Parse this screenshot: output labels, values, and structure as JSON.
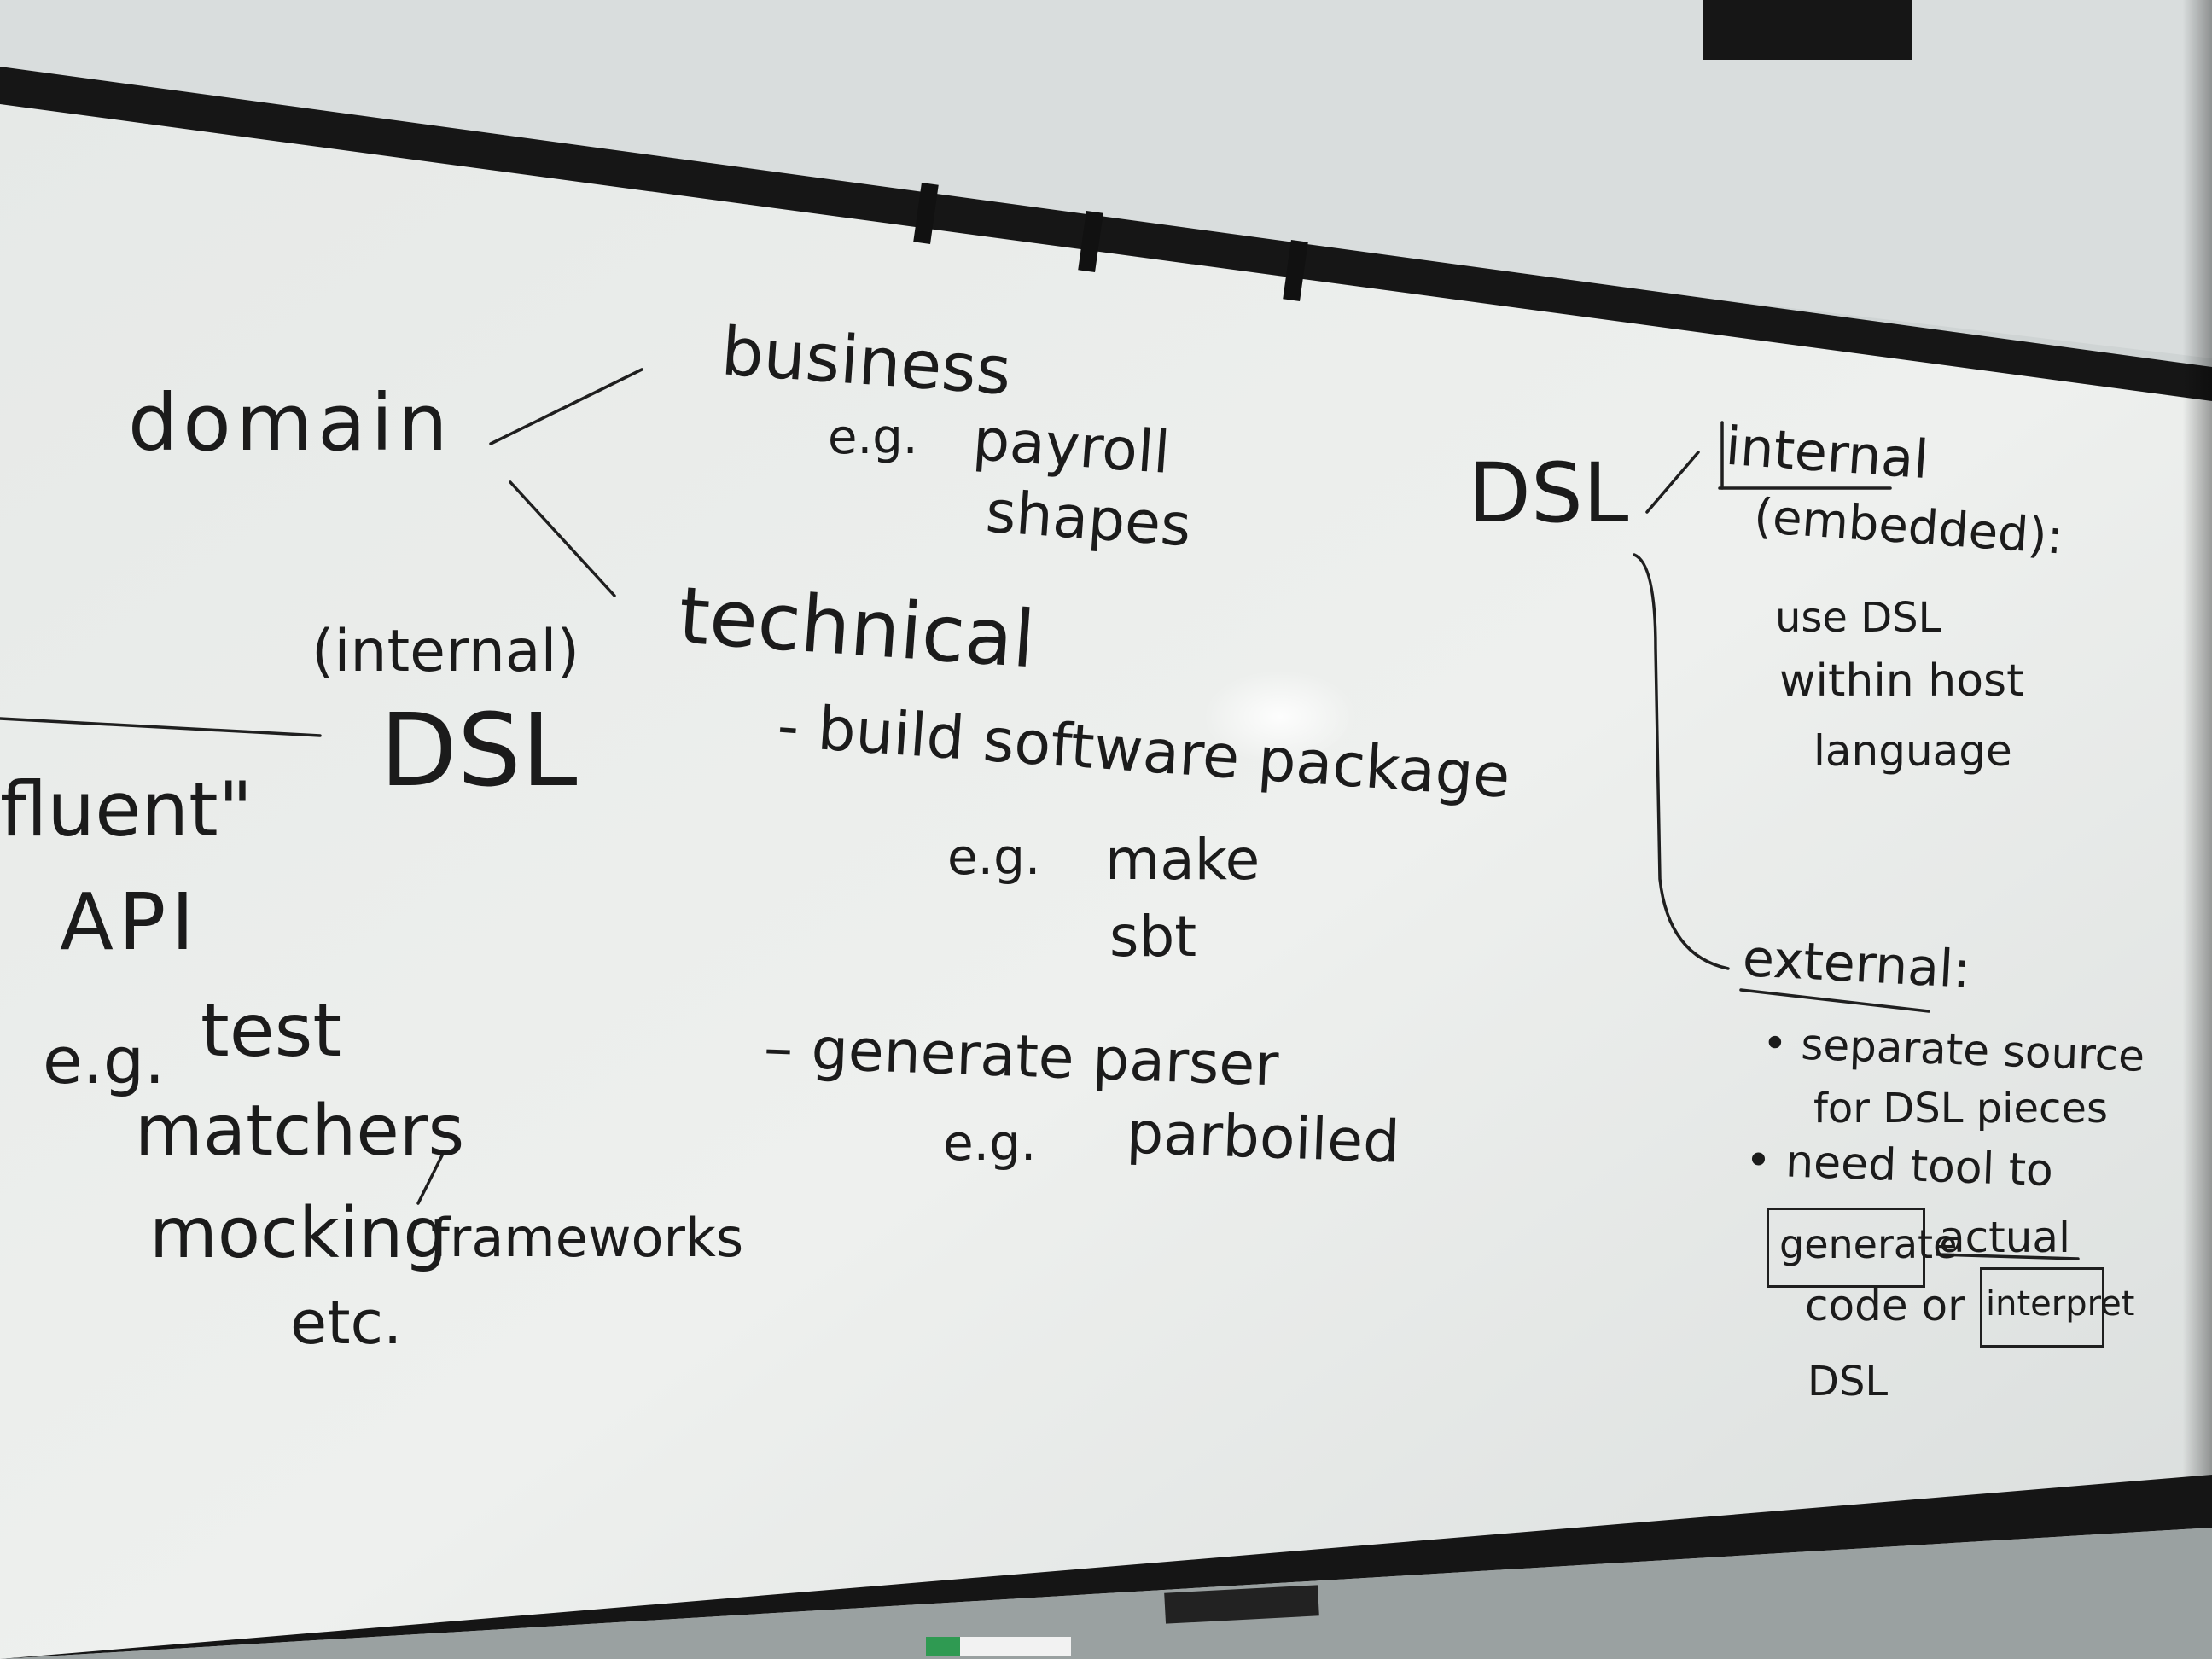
{
  "whiteboard": {
    "colors": {
      "board": "#e9ecea",
      "board_shadow": "#b7bdbd",
      "wall": "#c9cecf",
      "rail": "#161616",
      "ink": "#1b1b1b",
      "marker_cap": "#2f9a52"
    },
    "domain_tree": {
      "root": "domain",
      "business": "business",
      "business_examples": [
        "e.g.",
        "payroll",
        "shapes"
      ],
      "technical": "technical",
      "build_item": "- build software package",
      "build_examples": [
        "e.g.",
        "make",
        "sbt"
      ],
      "parser_item": "– generate parser",
      "parser_examples": [
        "e.g.",
        "parboiled"
      ]
    },
    "internal_dsl": {
      "qualifier": "(internal)",
      "title": "DSL",
      "fluent": "fluent\"",
      "api": "API",
      "eg": "e.g.",
      "examples": [
        "test",
        "matchers",
        "mocking",
        "frameworks",
        "etc."
      ]
    },
    "dsl_types": {
      "root": "DSL",
      "internal_heading": "internal",
      "embedded": "(embedded):",
      "internal_desc": [
        "use DSL",
        "within host",
        "language"
      ],
      "external_heading": "external:",
      "external_bullets": [
        "• separate source",
        "for DSL pieces",
        "• need tool to"
      ],
      "generate": "generate",
      "actual": "actual",
      "code_or": "code  or",
      "interpret": "interpret",
      "tail": "DSL"
    }
  }
}
